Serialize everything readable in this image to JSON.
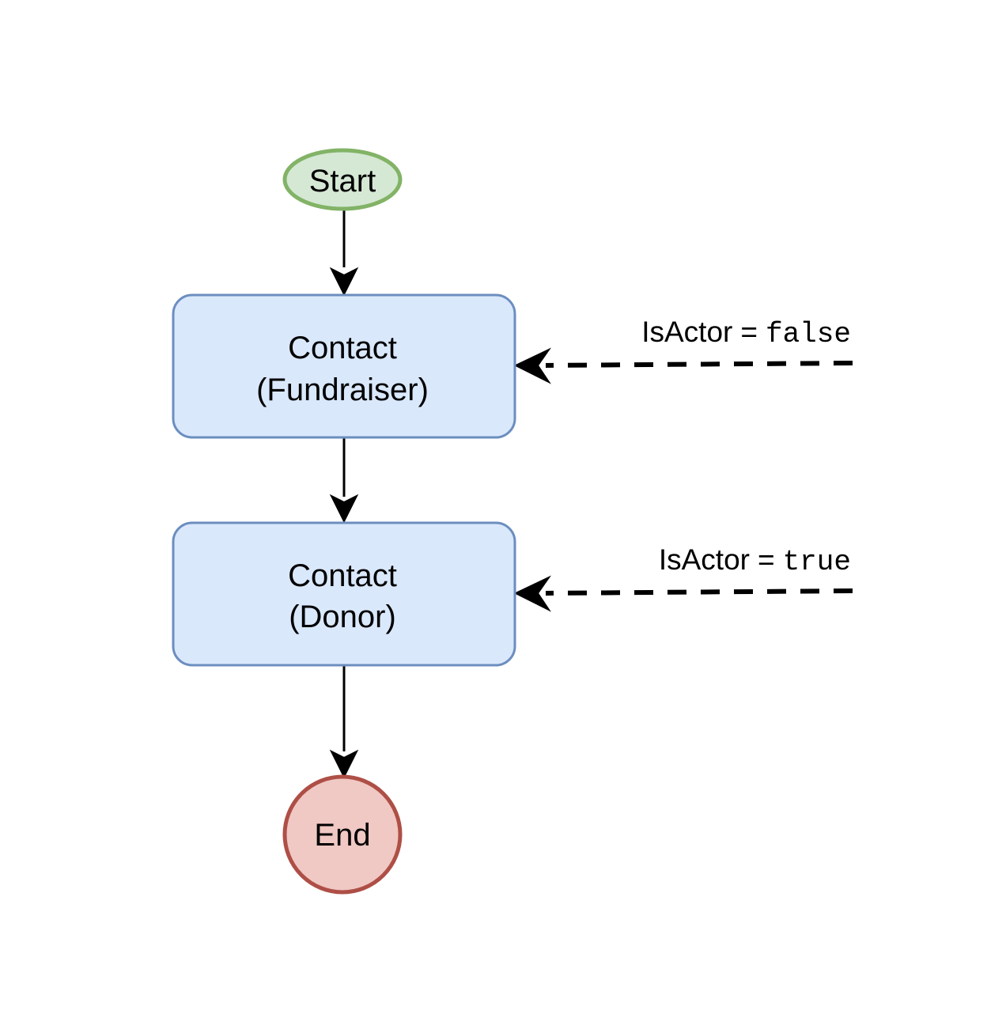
{
  "diagram": {
    "nodes": {
      "start": {
        "label": "Start",
        "fill": "#d5e8d4",
        "stroke": "#82b366"
      },
      "fundraiser": {
        "line1": "Contact",
        "line2": "(Fundraiser)",
        "fill": "#dae8fc",
        "stroke": "#6c8ebf"
      },
      "donor": {
        "line1": "Contact",
        "line2": "(Donor)",
        "fill": "#dae8fc",
        "stroke": "#6c8ebf"
      },
      "end": {
        "label": "End",
        "fill": "#f0c8c4",
        "stroke": "#ae4f46"
      }
    },
    "conditions": {
      "fundraiser": {
        "field": "IsActor",
        "operator": "=",
        "value": "false"
      },
      "donor": {
        "field": "IsActor",
        "operator": "=",
        "value": "true"
      }
    },
    "edges": [
      {
        "from": "Start",
        "to": "Contact (Fundraiser)",
        "style": "solid"
      },
      {
        "from": "Contact (Fundraiser)",
        "to": "Contact (Donor)",
        "style": "solid"
      },
      {
        "from": "Contact (Donor)",
        "to": "End",
        "style": "solid"
      }
    ]
  }
}
